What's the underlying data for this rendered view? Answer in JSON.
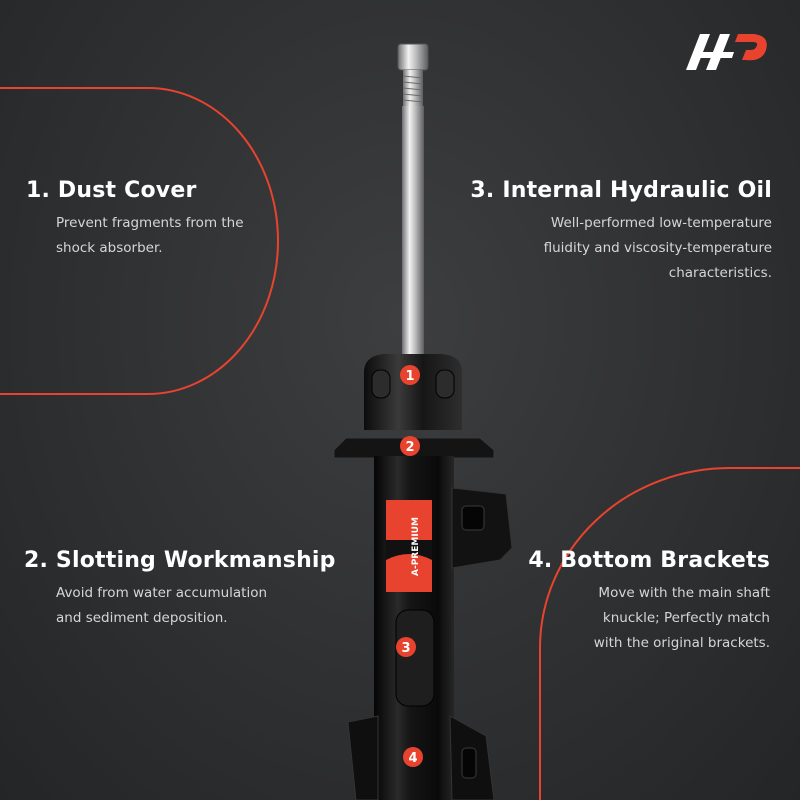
{
  "features": [
    {
      "title": "1. Dust Cover",
      "desc_lines": [
        "Prevent fragments from the",
        "shock absorber."
      ]
    },
    {
      "title": "2. Slotting Workmanship",
      "desc_lines": [
        "Avoid from water accumulation",
        "and sediment deposition."
      ]
    },
    {
      "title": "3. Internal Hydraulic Oil",
      "desc_lines": [
        "Well-performed low-temperature",
        "fluidity and viscosity-temperature",
        "characteristics."
      ]
    },
    {
      "title": "4. Bottom Brackets",
      "desc_lines": [
        "Move with the main shaft",
        "knuckle; Perfectly match",
        "with the original brackets."
      ]
    }
  ],
  "markers": [
    "1",
    "2",
    "3",
    "4"
  ],
  "product_label": "A-PREMIUM",
  "colors": {
    "accent": "#e8432e",
    "background": "#2f3032",
    "text": "#ffffff",
    "desc": "#d6d6d6"
  },
  "logo_icon": "ap-brand-logo"
}
